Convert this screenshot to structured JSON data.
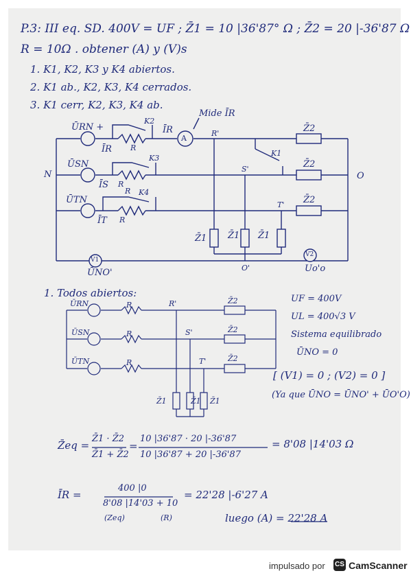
{
  "header": {
    "line1": "P.3: III eq. SD. 400V = UF ; Z̄1 = 10 |36'87° Ω ; Z̄2 = 20 |-36'87 Ω",
    "line2": "R = 10Ω . obtener (A) y (V)s",
    "item1": "1. K1, K2, K3 y K4 abiertos.",
    "item2": "2. K1 ab., K2, K3, K4 cerrados.",
    "item3": "3. K1 cerr, K2, K3, K4 ab."
  },
  "circuit1": {
    "mide_label": "Mide ĪR",
    "uRN": "ŪRN +",
    "uSN": "ŪSN",
    "uTN": "ŪTN",
    "iR": "ĪR",
    "iS": "ĪS",
    "iT": "ĪT",
    "iR_top": "ĪR",
    "k1": "K1",
    "k2": "K2",
    "k3": "K3",
    "k4": "K4",
    "r1": "R",
    "r2": "R",
    "r3": "R",
    "r4": "R",
    "node_N": "N",
    "node_O": "O",
    "r_prime": "R'",
    "s_prime": "S'",
    "t_prime": "T'",
    "o_prime": "O'",
    "z2a": "Z̄2",
    "z2b": "Z̄2",
    "z2c": "Z̄2",
    "z1a": "Z̄1",
    "z1b": "Z̄1",
    "z1c": "Z̄1",
    "v1": "V1",
    "v2": "V2",
    "ammeter": "A",
    "uno_prime": "ŪNO'",
    "uo_prime_o": "Uo'o"
  },
  "section1": {
    "title": "1. Todos abiertos:",
    "uRN": "ŪRN",
    "uSN": "ŪSN",
    "uTN": "ŪTN",
    "r1": "R",
    "r2": "R",
    "r3": "R",
    "r_prime": "R'",
    "s_prime": "S'",
    "t_prime": "T'",
    "z2a": "Z̄2",
    "z2b": "Z̄2",
    "z2c": "Z̄2",
    "z1a": "Z̄1",
    "z1b": "Z̄1",
    "z1c": "Z̄1",
    "uf": "UF = 400V",
    "ul": "UL = 400√3 V",
    "balanced": "Sistema equilibrado",
    "uno": "ŪNO = 0",
    "v_result": "[ (V1) = 0 ; (V2) = 0 ]",
    "because": "(Ya que ŪNO = ŪNO' + ŪO'O)"
  },
  "formulas": {
    "zeq_lhs": "Z̄eq =",
    "zeq_num": "Z̄1 · Z̄2",
    "zeq_den": "Z̄1 + Z̄2",
    "zeq_eq": "=",
    "zeq_num2": "10 |36'87 · 20 |-36'87",
    "zeq_den2": "10 |36'87 + 20 |-36'87",
    "zeq_result": "= 8'08 |14'03 Ω",
    "ir_lhs": "ĪR =",
    "ir_num": "400 |0",
    "ir_den": "8'08 |14'03 + 10",
    "ir_result": "= 22'28 |-6'27 A",
    "zeq_note": "(Zeq)",
    "r_note": "(R)",
    "conclusion": "luego (A) = 22'28 A"
  },
  "footer": {
    "powered_by": "impulsado por",
    "logo_text": "CS",
    "brand": "CamScanner"
  }
}
